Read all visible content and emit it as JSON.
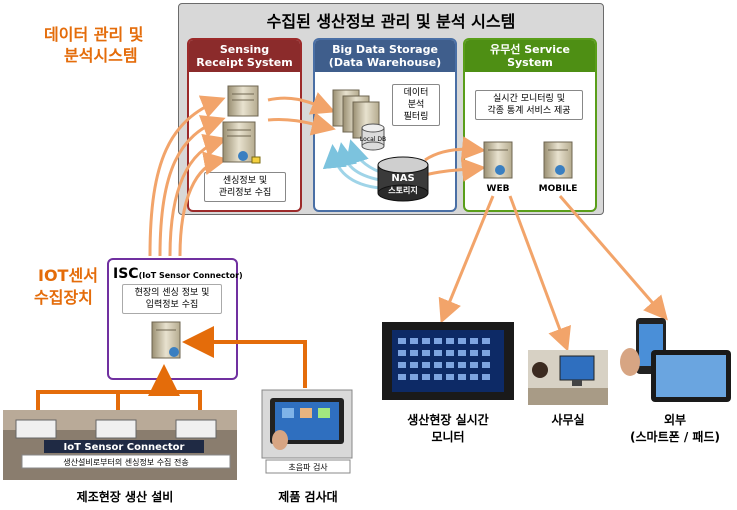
{
  "side_labels": {
    "top_line1": "데이터 관리 및",
    "top_line2": "분석시스템",
    "iot_line1": "IOT센서",
    "iot_line2": "수집장치"
  },
  "main_panel": {
    "title": "수집된 생산정보 관리 및 분석 시스템"
  },
  "sensing": {
    "title_line1": "Sensing",
    "title_line2": "Receipt System",
    "desc_line1": "센싱정보 및",
    "desc_line2": "관리정보 수집"
  },
  "bigdata": {
    "title_line1": "Big Data Storage",
    "title_line2": "(Data Warehouse)",
    "filter_line1": "데이터",
    "filter_line2": "분석",
    "filter_line3": "필터링",
    "db_label": "Local DB",
    "nas_line1": "NAS",
    "nas_line2": "스토리지"
  },
  "service": {
    "title_line1": "유무선 Service",
    "title_line2": "System",
    "desc_line1": "실시간 모니터링 및",
    "desc_line2": "각종 통계 서비스 제공",
    "web": "WEB",
    "mobile": "MOBILE"
  },
  "isc": {
    "title_main": "ISC",
    "title_sub": "(IoT Sensor Connector)",
    "desc_line1": "현장의 센싱 정보 및",
    "desc_line2": "입력정보 수집"
  },
  "bottom": {
    "connector_title": "IoT Sensor Connector",
    "connector_desc": "생산설비로부터의 센싱정보 수집 전송",
    "factory_caption": "제조현장 생산 설비",
    "tablet_desc": "초음파 검사",
    "tablet_caption": "제품 검사대"
  },
  "outputs": {
    "monitor_line1": "생산현장 실시간",
    "monitor_line2": "모니터",
    "office": "사무실",
    "external_line1": "외부",
    "external_line2": "(스마트폰 / 패드)"
  },
  "colors": {
    "orange_arrow": "#f2a46a",
    "orange_connector": "#e46c0a",
    "sensing_border": "#9c2a2a",
    "bigdata_border": "#4a6fa5",
    "service_border": "#4e9a06",
    "isc_border": "#7030a0",
    "blue_arrow": "#9fd4e8"
  }
}
